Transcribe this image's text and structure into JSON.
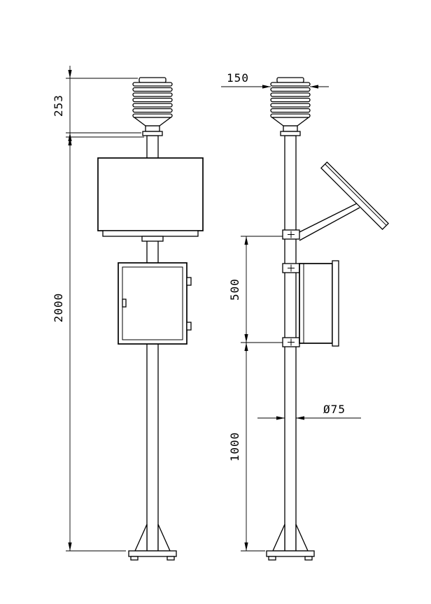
{
  "drawing": {
    "type": "technical-drawing",
    "views": [
      "front",
      "side"
    ],
    "dimensions": {
      "sensor_height": "253",
      "total_pole_height": "2000",
      "sensor_width": "150",
      "bracket_spacing": "500",
      "lower_pole_height": "1000",
      "pole_diameter": "Ø75"
    },
    "colors": {
      "line": "#000000",
      "background": "#ffffff"
    }
  }
}
